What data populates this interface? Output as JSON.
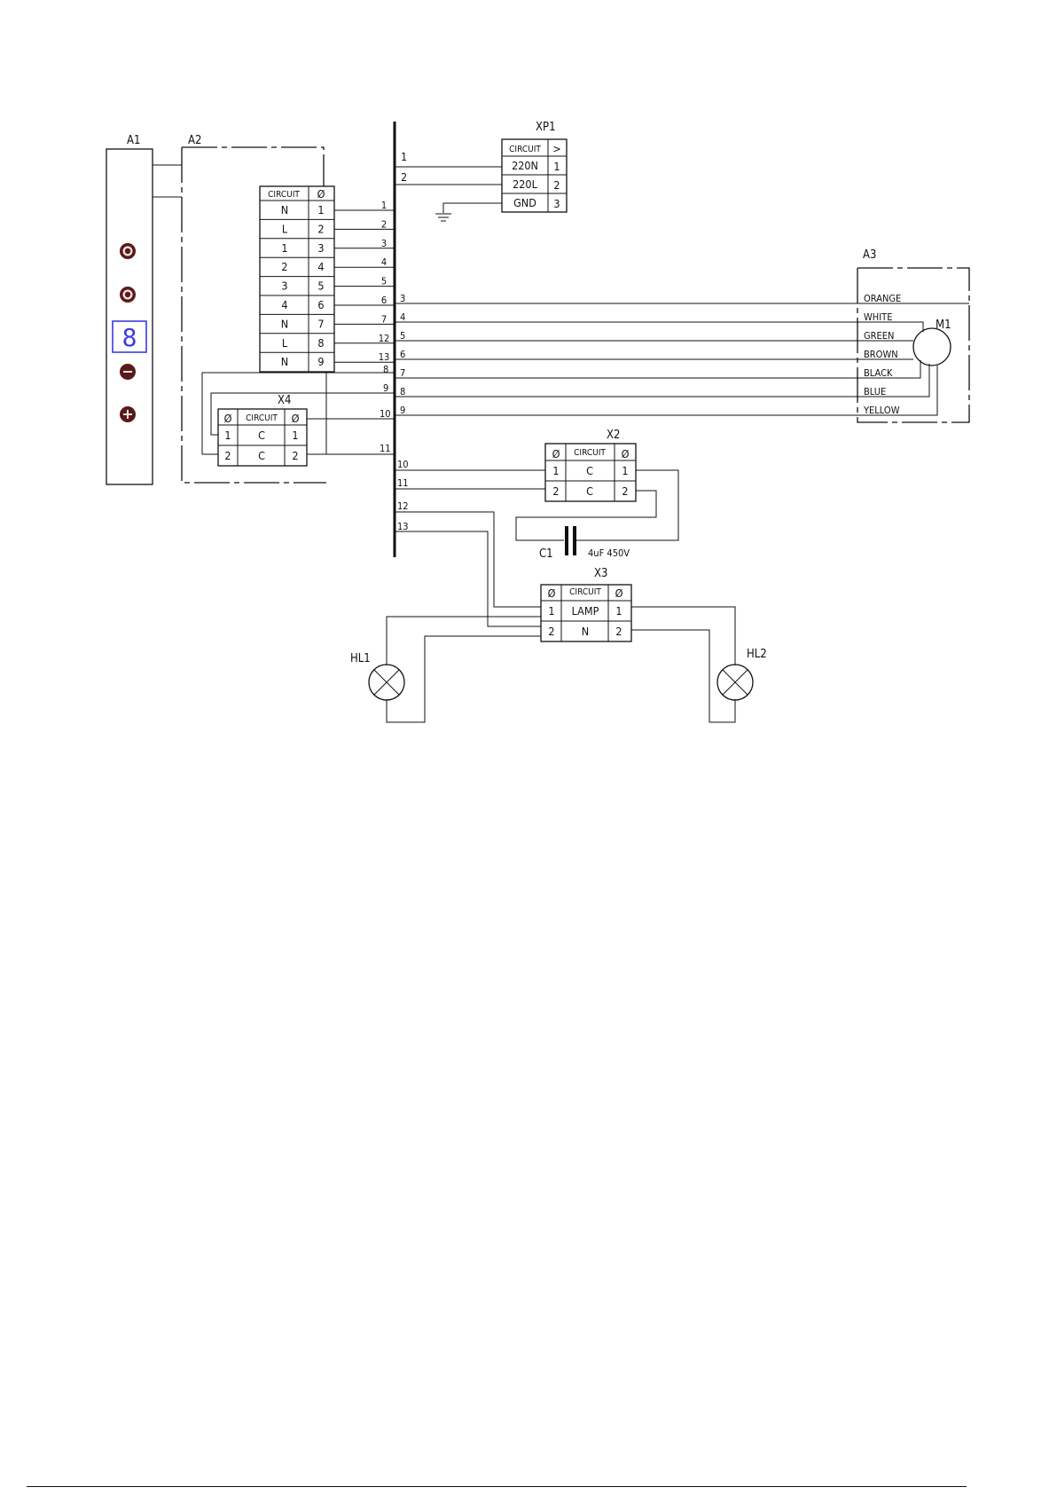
{
  "labels": {
    "a1": "A1",
    "a2": "A2",
    "a3": "A3",
    "m1": "M1",
    "xp1": "XP1",
    "x2": "X2",
    "x3": "X3",
    "x4": "X4",
    "hl1": "HL1",
    "hl2": "HL2",
    "c1": "C1",
    "c1_value": "4uF 450V"
  },
  "headers": {
    "circuit": "CIRCUIT",
    "ground_symbol": "Ø",
    "arrow_symbol": ">"
  },
  "display_digit": "8",
  "buttons": {
    "btn1": "O",
    "btn2": "O",
    "minus": "−",
    "plus": "+"
  },
  "xp1_rows": [
    {
      "circuit": "220N",
      "pin": "1"
    },
    {
      "circuit": "220L",
      "pin": "2"
    },
    {
      "circuit": "GND",
      "pin": "3"
    }
  ],
  "xp1_wire_numbers": [
    "1",
    "2"
  ],
  "a2_rows": [
    {
      "circuit": "N",
      "pin": "1",
      "bus": "1"
    },
    {
      "circuit": "L",
      "pin": "2",
      "bus": "2"
    },
    {
      "circuit": "1",
      "pin": "3",
      "bus": "3"
    },
    {
      "circuit": "2",
      "pin": "4",
      "bus": "4"
    },
    {
      "circuit": "3",
      "pin": "5",
      "bus": "5"
    },
    {
      "circuit": "4",
      "pin": "6",
      "bus": "6"
    },
    {
      "circuit": "N",
      "pin": "7",
      "bus": "7"
    },
    {
      "circuit": "L",
      "pin": "8",
      "bus": "12"
    },
    {
      "circuit": "N",
      "pin": "9",
      "bus": "13"
    }
  ],
  "left_bus_extra": [
    "8",
    "9",
    "10",
    "11"
  ],
  "motor_wires": [
    {
      "num": "3",
      "color": "ORANGE"
    },
    {
      "num": "4",
      "color": "WHITE"
    },
    {
      "num": "5",
      "color": "GREEN"
    },
    {
      "num": "6",
      "color": "BROWN"
    },
    {
      "num": "7",
      "color": "BLACK"
    },
    {
      "num": "8",
      "color": "BLUE"
    },
    {
      "num": "9",
      "color": "YELLOW"
    }
  ],
  "x4_rows": [
    {
      "left": "1",
      "circuit": "C",
      "right": "1"
    },
    {
      "left": "2",
      "circuit": "C",
      "right": "2"
    }
  ],
  "x2_rows": [
    {
      "left": "1",
      "circuit": "C",
      "right": "1"
    },
    {
      "left": "2",
      "circuit": "C",
      "right": "2"
    }
  ],
  "x2_wire_numbers": [
    "10",
    "11"
  ],
  "x3_rows": [
    {
      "left": "1",
      "circuit": "LAMP",
      "right": "1"
    },
    {
      "left": "2",
      "circuit": "N",
      "right": "2"
    }
  ],
  "x3_wire_numbers": [
    "12",
    "13"
  ]
}
